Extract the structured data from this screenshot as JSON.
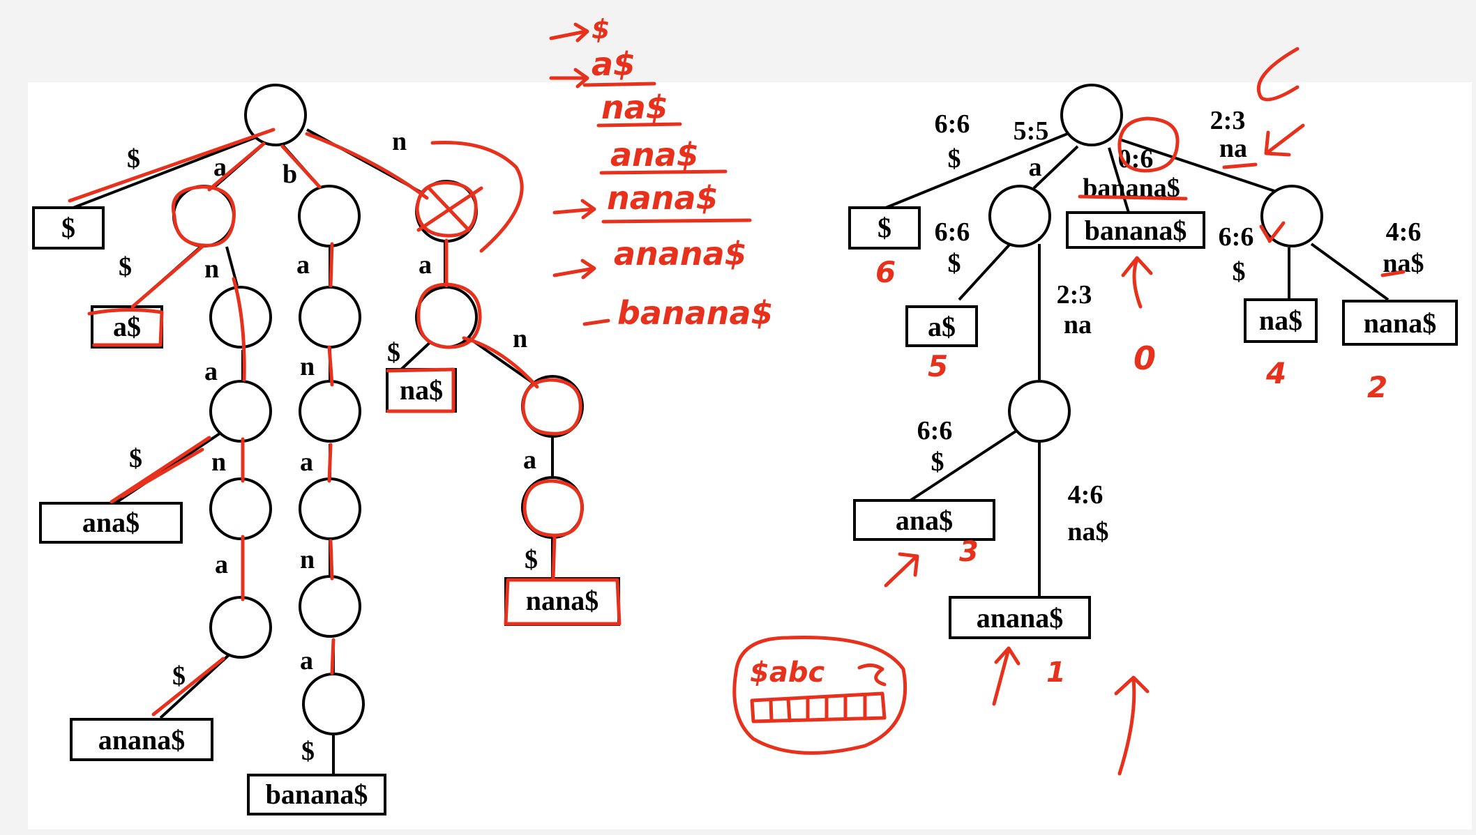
{
  "trie": {
    "root_edges": [
      "$",
      "a",
      "b",
      "n"
    ],
    "edge_labels": [
      "$",
      "n",
      "a",
      "$",
      "n",
      "a",
      "$",
      "a",
      "n",
      "a",
      "n",
      "a",
      "$",
      "a",
      "$",
      "n",
      "a",
      "$"
    ],
    "leaves": [
      "$",
      "a$",
      "ana$",
      "anana$",
      "banana$",
      "na$",
      "nana$"
    ]
  },
  "suffix_tree": {
    "edge_labels": [
      {
        "range": "6:6",
        "text": "$"
      },
      {
        "range": "5:5",
        "text": "a"
      },
      {
        "range": "0:6",
        "text": "banana$"
      },
      {
        "range": "2:3",
        "text": "na"
      },
      {
        "range": "6:6",
        "text": "$"
      },
      {
        "range": "2:3",
        "text": "na"
      },
      {
        "range": "6:6",
        "text": "$"
      },
      {
        "range": "4:6",
        "text": "na$"
      },
      {
        "range": "6:6",
        "text": "$"
      },
      {
        "range": "4:6",
        "text": "na$"
      }
    ],
    "leaves": [
      "$",
      "banana$",
      "a$",
      "na$",
      "nana$",
      "ana$",
      "anana$"
    ]
  },
  "annotations": {
    "sorted_suffixes": [
      "$",
      "a$",
      "na$",
      "ana$",
      "nana$",
      "anana$",
      "banana$"
    ],
    "leaf_indices": [
      "6",
      "0",
      "5",
      "4",
      "2",
      "3",
      "1"
    ],
    "alphabet_note": "$abc"
  },
  "colors": {
    "ink": "#e8311c",
    "line": "#000000",
    "slide": "#ffffff",
    "backdrop": "#f3f3f3"
  }
}
